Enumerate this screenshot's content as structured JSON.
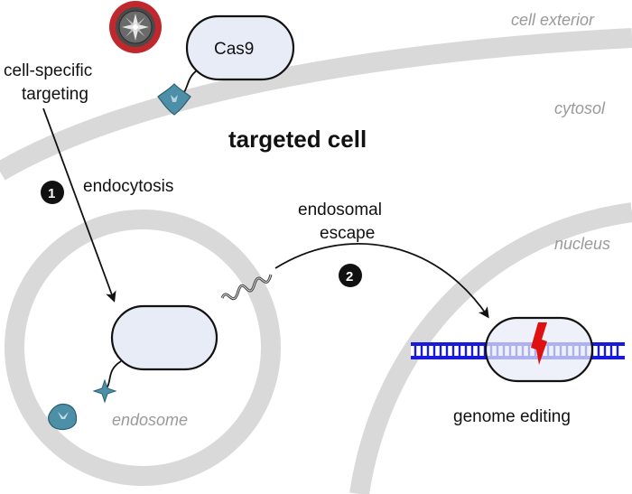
{
  "diagram": {
    "regions": {
      "cell_exterior": "cell exterior",
      "cytosol": "cytosol",
      "nucleus": "nucleus",
      "endosome": "endosome",
      "targeted_cell": "targeted cell"
    },
    "labels": {
      "cas9": "Cas9",
      "targeting_line1": "cell-specific",
      "targeting_line2": "targeting",
      "endocytosis": "endocytosis",
      "escape_line1": "endosomal",
      "escape_line2": "escape",
      "genome_editing": "genome editing"
    },
    "steps": {
      "step1": "1",
      "step2": "2"
    },
    "colors": {
      "membrane": "#d9d9d9",
      "protein_fill": "#e8ecf6",
      "protein_stroke": "#111111",
      "ligand": "#4e8fa8",
      "dna": "#1a1adb",
      "cut": "#e01010",
      "virus_ring": "#c0282e"
    }
  }
}
